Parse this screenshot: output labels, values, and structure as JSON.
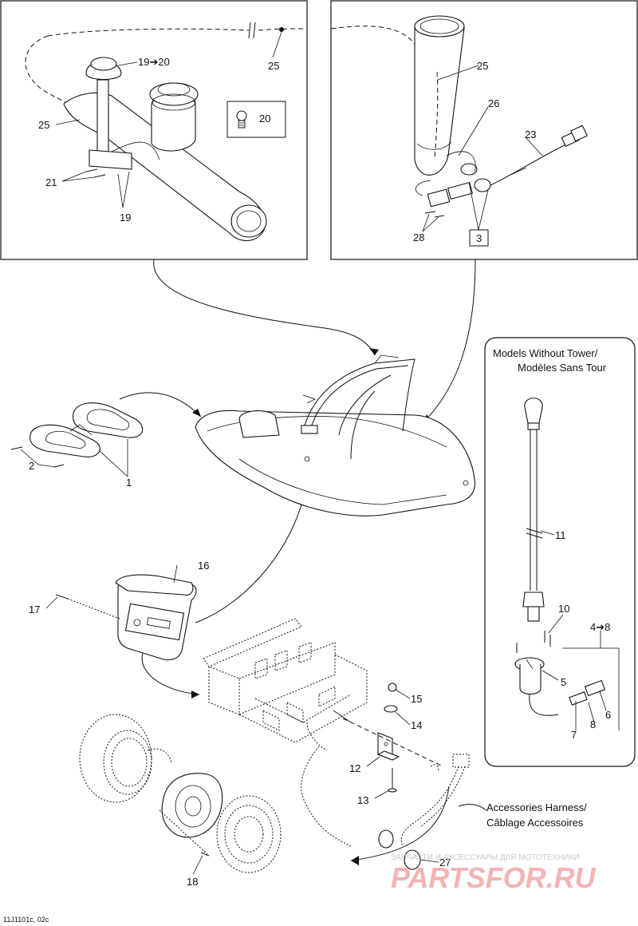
{
  "callouts": {
    "c1": "1",
    "c2": "2",
    "c3": "3",
    "c4_8": "4➔8",
    "c5": "5",
    "c6": "6",
    "c7": "7",
    "c8": "8",
    "c10": "10",
    "c11": "11",
    "c12": "12",
    "c13": "13",
    "c14": "14",
    "c15": "15",
    "c16": "16",
    "c17": "17",
    "c18": "18",
    "c19": "19",
    "c19_20": "19➔20",
    "c20": "20",
    "c21": "21",
    "c23": "23",
    "c25_left": "25",
    "c25_top": "25",
    "c25_right": "25",
    "c26": "26",
    "c27": "27",
    "c28": "28"
  },
  "labels": {
    "models_line1": "Models Without Tower/",
    "models_line2": "Modèles Sans Tour",
    "harness_line1": "Accessories Harness/",
    "harness_line2": "Câblage Accessoires"
  },
  "figure_code": "11J1101c, 02c",
  "watermark": {
    "subtitle": "ЗАПЧАСТИ И АКСЕССУАРЫ ДЛЯ МОТОТЕХНИКИ",
    "brand": "PARTSFOR.RU"
  }
}
